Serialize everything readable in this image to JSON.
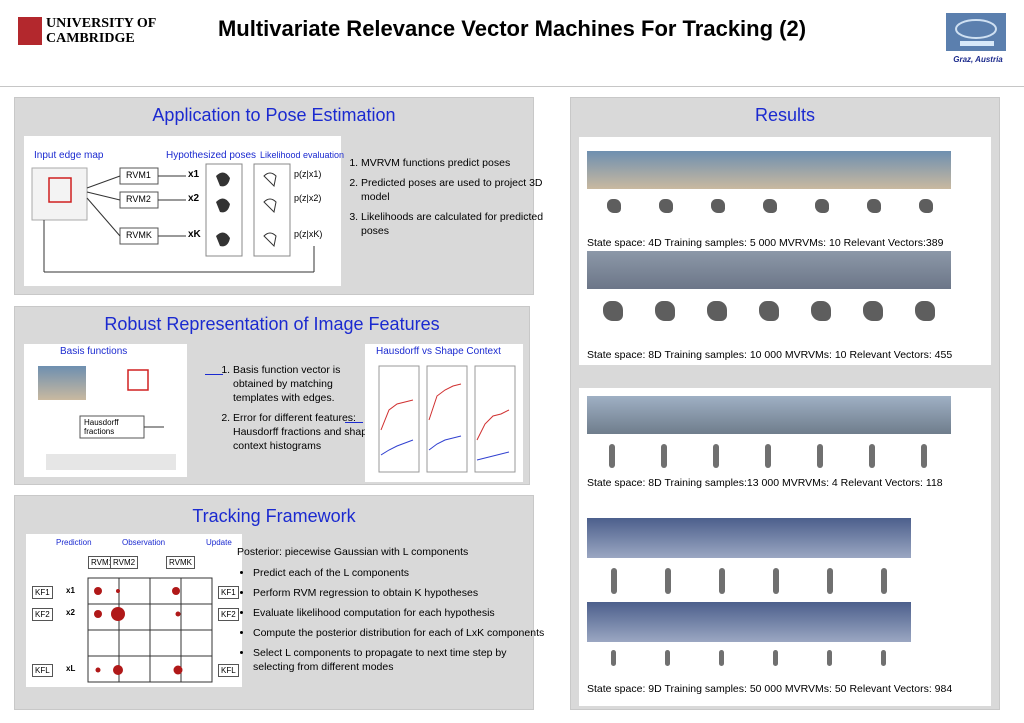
{
  "header": {
    "title": "Multivariate Relevance Vector Machines For Tracking (2)",
    "university_line1": "UNIVERSITY OF",
    "university_line2": "CAMBRIDGE",
    "conference_location": "Graz,  Austria"
  },
  "pose": {
    "title": "Application to Pose Estimation",
    "diagram_labels": {
      "input": "Input edge map",
      "hyp": "Hypothesized poses",
      "lik": "Likelihood evaluation",
      "rvm1": "RVM1",
      "rvm2": "RVM2",
      "rvmk": "RVMK",
      "x1": "x1",
      "x2": "x2",
      "xk": "xK",
      "p1": "p(z|x1)",
      "p2": "p(z|x2)",
      "pk": "p(z|xK)"
    },
    "steps": [
      "MVRVM functions predict poses",
      "Predicted poses are used to project 3D model",
      "Likelihoods are calculated for predicted poses"
    ]
  },
  "features": {
    "title": "Robust Representation of Image Features",
    "basis_label": "Basis functions",
    "hausdorff_box": "Hausdorff fractions",
    "hausdorff_vs_label": "Hausdorff vs Shape Context",
    "steps": [
      "Basis function vector is obtained by matching templates with edges.",
      "Error for different features: Hausdorff fractions and shape context histograms"
    ]
  },
  "tracking": {
    "title": "Tracking Framework",
    "diagram_labels": {
      "prediction": "Prediction",
      "observation": "Observation",
      "update": "Update",
      "rvm1": "RVM1",
      "rvm2": "RVM2",
      "rvmk": "RVMK",
      "kf1": "KF1",
      "kf2": "KF2",
      "kfl": "KFL",
      "x1": "x1",
      "x2": "x2",
      "xl": "xL"
    },
    "intro": "Posterior: piecewise Gaussian with L components",
    "bullets": [
      "Predict each of the L components",
      "Perform RVM regression to obtain K hypotheses",
      "Evaluate likelihood computation for each hypothesis",
      "Compute the posterior distribution for each of LxK components",
      "Select L components to propagate to next time step by selecting from different modes"
    ]
  },
  "results": {
    "title": "Results",
    "captions": [
      "State space: 4D Training samples: 5 000 MVRVMs: 10 Relevant Vectors:389",
      "State space: 8D Training samples: 10 000 MVRVMs: 10 Relevant Vectors: 455",
      "State space: 8D Training samples:13 000 MVRVMs: 4 Relevant Vectors: 118",
      "State space: 9D Training samples: 50 000 MVRVMs: 50 Relevant Vectors: 984"
    ]
  }
}
